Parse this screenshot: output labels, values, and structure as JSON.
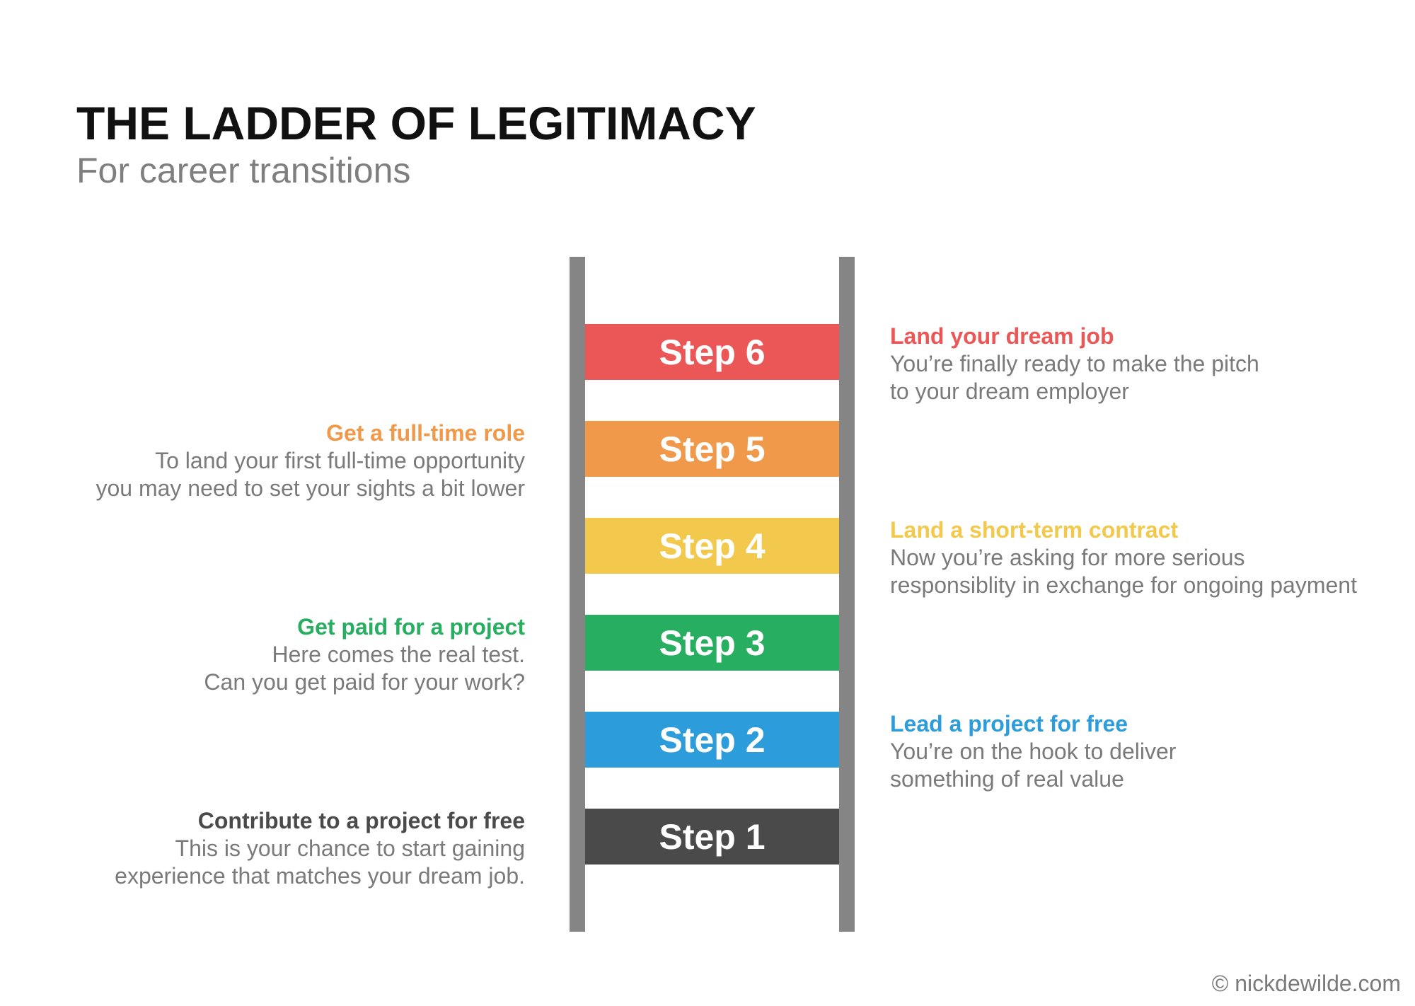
{
  "title": "THE LADDER OF LEGITIMACY",
  "subtitle": "For career transitions",
  "credit": "© nickdewilde.com",
  "colors": {
    "rail": "#858585",
    "step6": "#eb5757",
    "step5": "#f0994a",
    "step4": "#f2c94c",
    "step3": "#27ae60",
    "step2": "#2d9cdb",
    "step1": "#4a4a4a",
    "body_text": "#7a7a7a",
    "heading": "#111111"
  },
  "steps": [
    {
      "label": "Step 6",
      "heading": "Land your dream job",
      "lines": [
        "You’re finally ready to make the pitch",
        "to your dream employer"
      ]
    },
    {
      "label": "Step 5",
      "heading": "Get a full-time role",
      "lines": [
        "To land your first full-time opportunity",
        "you may need to set your sights a bit lower"
      ]
    },
    {
      "label": "Step 4",
      "heading": "Land a short-term contract",
      "lines": [
        "Now you’re asking for more serious",
        "responsiblity in exchange for ongoing payment"
      ]
    },
    {
      "label": "Step 3",
      "heading": "Get paid for a project",
      "lines": [
        "Here comes the real test.",
        "Can you get paid for your work?"
      ]
    },
    {
      "label": "Step 2",
      "heading": "Lead a project for free",
      "lines": [
        "You’re on the hook to deliver",
        "something of real value"
      ]
    },
    {
      "label": "Step 1",
      "heading": "Contribute to a project for free",
      "lines": [
        "This is your chance to start gaining",
        "experience that matches your dream job."
      ]
    }
  ]
}
